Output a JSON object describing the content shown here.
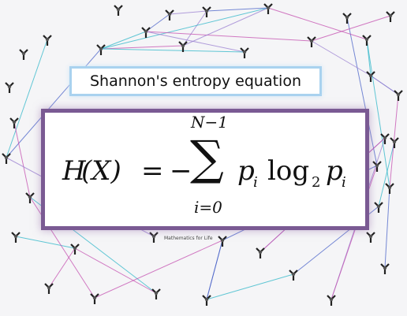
{
  "title": "Shannon's entropy equation",
  "formula": {
    "lhs_symbol": "H",
    "lhs_arg": "(X)",
    "equals": "=",
    "minus": "−",
    "sum_symbol": "∑",
    "upper_limit": "N−1",
    "lower_limit": "i=0",
    "term_p": "p",
    "sub_i": "i",
    "log": "log",
    "log_base": "2"
  },
  "credit": "Mathematics for Life",
  "colors": {
    "title_border": "#a9d2ef",
    "formula_border": "#7a5a93",
    "link_magenta": "#c44fb0",
    "link_blue": "#4a63c9",
    "link_cyan": "#2fb7c9",
    "node": "#222222"
  }
}
